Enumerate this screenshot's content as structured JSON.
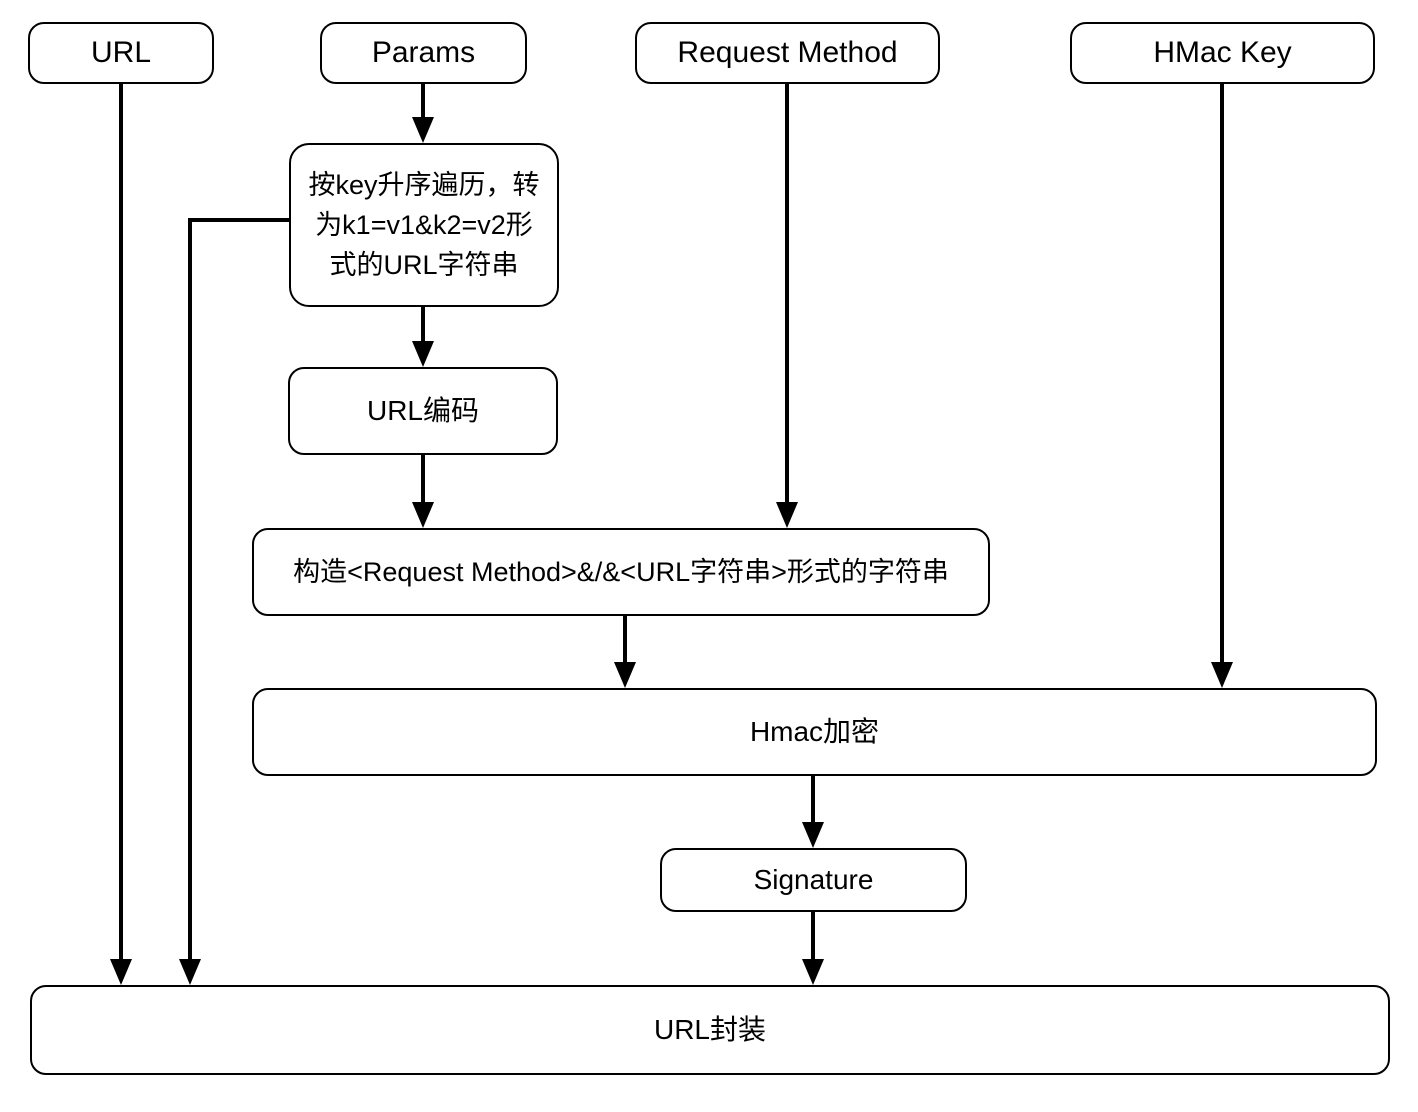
{
  "diagram": {
    "title": "URL signature construction flow",
    "nodes": {
      "url": {
        "label": "URL"
      },
      "params": {
        "label": "Params"
      },
      "request_method": {
        "label": "Request Method"
      },
      "hmac_key": {
        "label": "HMac Key"
      },
      "sort_params": {
        "label": "按key升序遍历，转为k1=v1&k2=v2形式的URL字符串"
      },
      "url_encode": {
        "label": "URL编码"
      },
      "build_string": {
        "label": "构造<Request Method>&/&<URL字符串>形式的字符串"
      },
      "hmac_encrypt": {
        "label": "Hmac加密"
      },
      "signature": {
        "label": "Signature"
      },
      "url_package": {
        "label": "URL封装"
      }
    },
    "edges": [
      {
        "from": "params",
        "to": "sort_params"
      },
      {
        "from": "sort_params",
        "to": "url_encode"
      },
      {
        "from": "url_encode",
        "to": "build_string"
      },
      {
        "from": "request_method",
        "to": "build_string"
      },
      {
        "from": "build_string",
        "to": "hmac_encrypt"
      },
      {
        "from": "hmac_key",
        "to": "hmac_encrypt"
      },
      {
        "from": "hmac_encrypt",
        "to": "signature"
      },
      {
        "from": "signature",
        "to": "url_package"
      },
      {
        "from": "url",
        "to": "url_package"
      },
      {
        "from": "sort_params",
        "to": "url_package"
      }
    ],
    "colors": {
      "background": "#ffffff",
      "node_fill": "#ffffff",
      "node_border": "#000000",
      "line": "#000000",
      "text": "#000000"
    }
  }
}
